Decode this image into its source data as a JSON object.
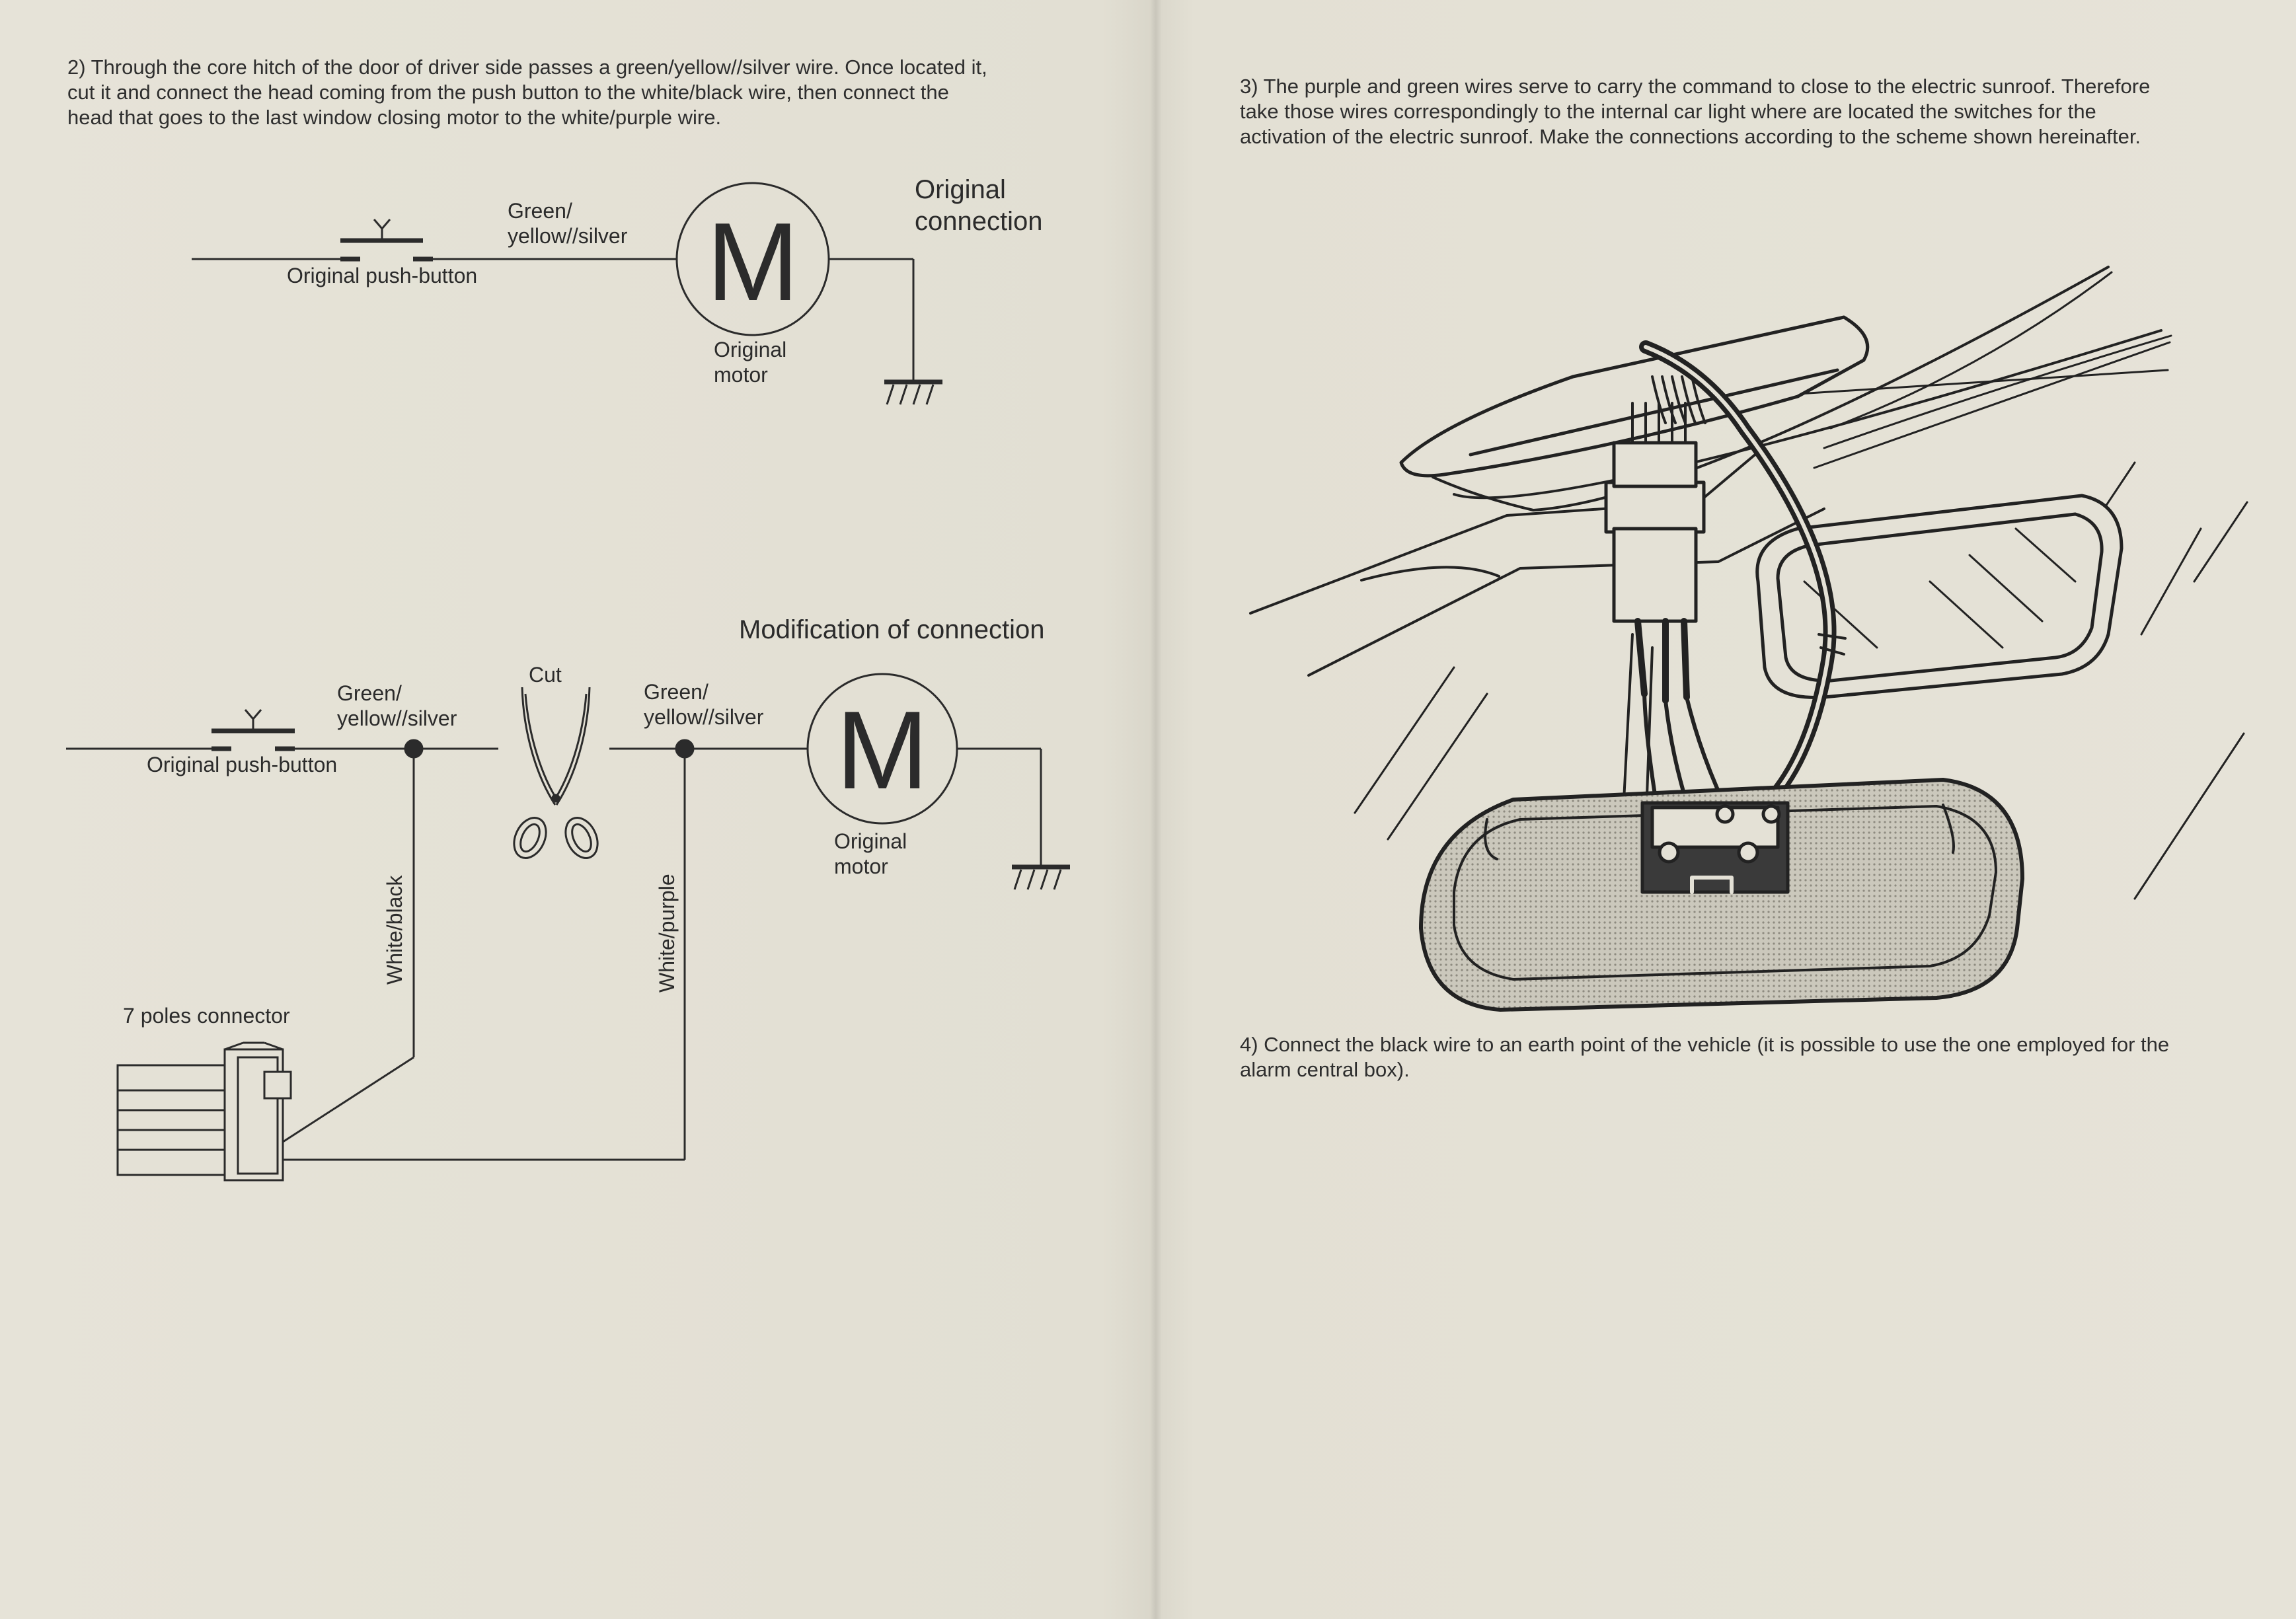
{
  "left_page": {
    "instruction_2": [
      "2) Through the core hitch of the door of driver side passes a green/yellow//silver wire. Once located it,",
      "cut it and connect the head coming from the push button to the white/black wire, then connect the",
      "head that goes to the last window closing motor to the white/purple wire."
    ],
    "original_diagram": {
      "title_line1": "Original",
      "title_line2": "connection",
      "pushbutton_label": "Original push-button",
      "wire_label_line1": "Green/",
      "wire_label_line2": "yellow//silver",
      "motor_symbol": "M",
      "motor_label_line1": "Original",
      "motor_label_line2": "motor"
    },
    "modified_diagram": {
      "title": "Modification of connection",
      "pushbutton_label": "Original push-button",
      "wire_left_line1": "Green/",
      "wire_left_line2": "yellow//silver",
      "cut_label": "Cut",
      "wire_right_line1": "Green/",
      "wire_right_line2": "yellow//silver",
      "motor_symbol": "M",
      "motor_label_line1": "Original",
      "motor_label_line2": "motor",
      "white_black_label": "White/black",
      "white_purple_label": "White/purple",
      "connector_label": "7 poles connector"
    }
  },
  "right_page": {
    "instruction_3": [
      "3) The purple and green wires serve to carry the command to close to the electric sunroof. Therefore",
      "take those wires correspondingly to the internal car light where are located the switches for the",
      "activation of the electric sunroof. Make the connections according to the scheme shown hereinafter."
    ],
    "instruction_4": [
      "4) Connect the black wire to an earth point of the vehicle (it is possible to use the one employed for the",
      "alarm central box)."
    ]
  }
}
